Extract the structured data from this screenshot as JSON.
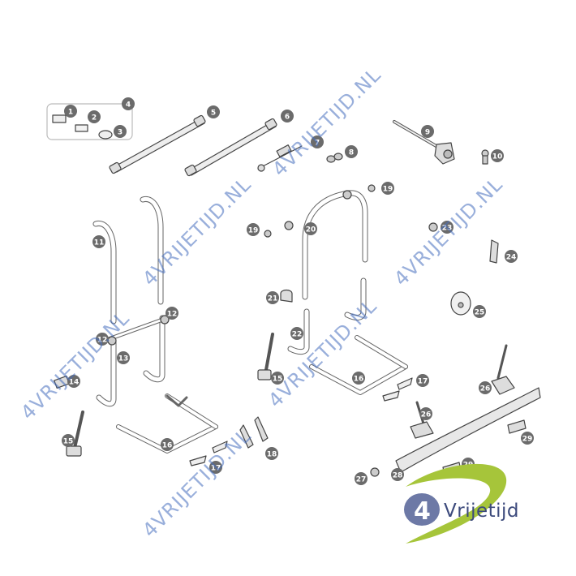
{
  "callouts": [
    "1",
    "2",
    "3",
    "4",
    "5",
    "6",
    "7",
    "8",
    "9",
    "10",
    "11",
    "12",
    "12",
    "13",
    "14",
    "15",
    "15",
    "16",
    "16",
    "17",
    "17",
    "18",
    "19",
    "19",
    "20",
    "21",
    "22",
    "23",
    "24",
    "25",
    "26",
    "26",
    "27",
    "28",
    "29",
    "29"
  ],
  "watermark": "4VRIJETIJD.NL",
  "logo": {
    "numeral": "4",
    "text": "Vrijetijd"
  },
  "colors": {
    "badge": "#6b6b6b",
    "watermark": "#4a70c0",
    "logo_green": "#a6c53a",
    "logo_blue": "#3c4a7c"
  }
}
